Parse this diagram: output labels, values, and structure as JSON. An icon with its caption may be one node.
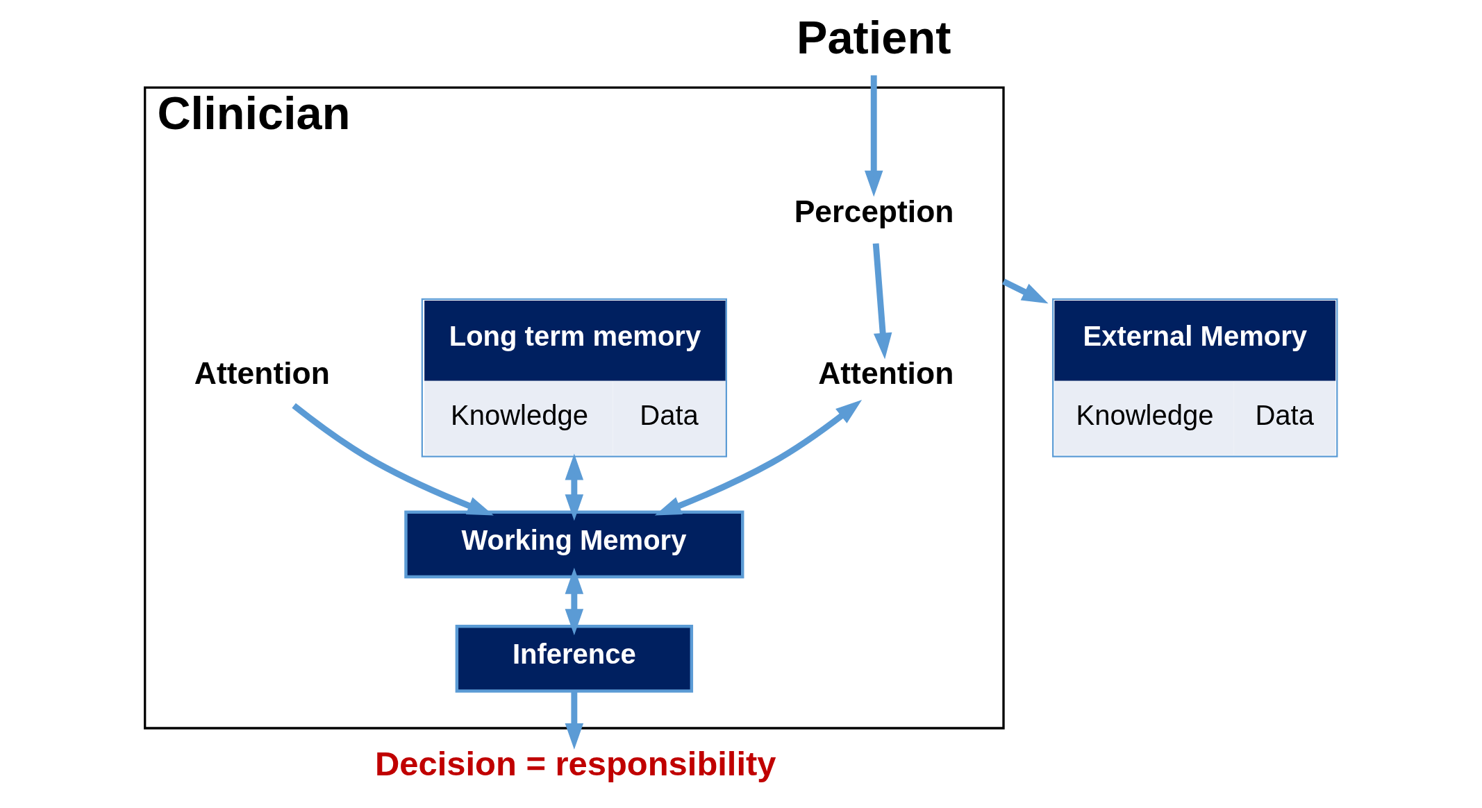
{
  "diagram": {
    "nodes": [
      {
        "text": [
          "Patient"
        ]
      },
      {
        "text": [
          "Clinician"
        ]
      },
      {
        "text": [
          "Perception"
        ],
        "in": 1
      },
      {
        "text": [
          "Attention"
        ],
        "in": 1
      },
      {
        "text": [
          "Long term memory",
          "Knowledge",
          "Data"
        ],
        "in": 1
      },
      {
        "text": [
          "Working Memory"
        ],
        "in": 1
      },
      {
        "text": [
          "Attention"
        ],
        "in": 1
      },
      {
        "text": [
          "Inference"
        ],
        "in": 1
      },
      {
        "text": [
          "External Memory",
          "Knowledge",
          "Data"
        ]
      },
      {
        "text": [
          "Decision = responsibility"
        ]
      }
    ],
    "edges": [
      {
        "from": 0,
        "to": 2,
        "arrow": "to"
      },
      {
        "from": 2,
        "to": 3,
        "arrow": "to"
      },
      {
        "from": 3,
        "to": 5,
        "arrow": "both"
      },
      {
        "from": 4,
        "to": 5,
        "arrow": "both"
      },
      {
        "from": 6,
        "to": 5,
        "arrow": "to"
      },
      {
        "from": 5,
        "to": 7,
        "arrow": "both"
      },
      {
        "from": 1,
        "to": 8,
        "arrow": "to"
      },
      {
        "from": 7,
        "to": 9,
        "arrow": "to"
      }
    ]
  }
}
